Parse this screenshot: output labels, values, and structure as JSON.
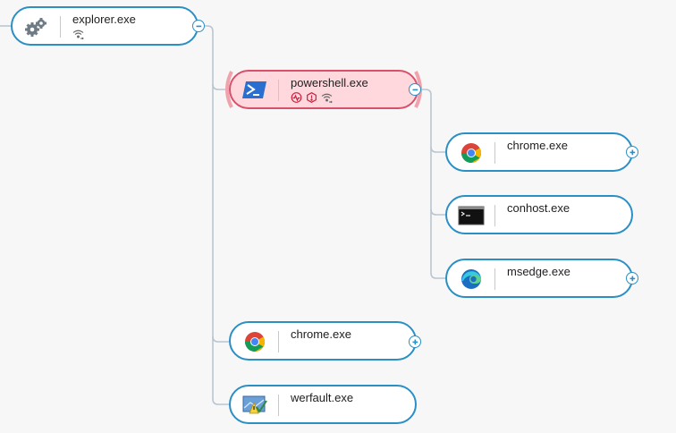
{
  "tree": {
    "root": {
      "label": "explorer.exe",
      "icon": "gear-cluster-icon",
      "indicators": [
        "network-icon"
      ]
    },
    "children": [
      {
        "label": "powershell.exe",
        "icon": "powershell-icon",
        "highlight": "#ffd8de",
        "indicators": [
          "activity-icon",
          "hexagon-alert-icon",
          "network-icon"
        ],
        "children": [
          {
            "label": "chrome.exe",
            "icon": "chrome-icon"
          },
          {
            "label": "conhost.exe",
            "icon": "console-icon"
          },
          {
            "label": "msedge.exe",
            "icon": "edge-icon"
          }
        ]
      },
      {
        "label": "chrome.exe",
        "icon": "chrome-icon"
      },
      {
        "label": "werfault.exe",
        "icon": "werfault-icon"
      }
    ]
  },
  "colors": {
    "connector": "#b9c6d1",
    "border": "#2a8fc4",
    "alert_border": "#d9506a"
  }
}
